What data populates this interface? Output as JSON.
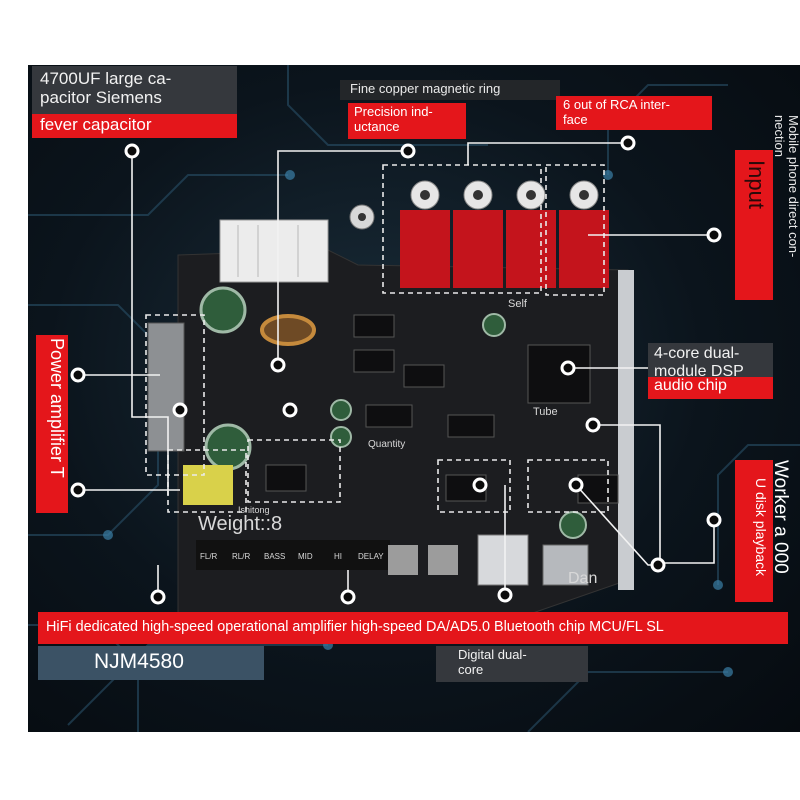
{
  "labels": {
    "capacitor": [
      "4700UF large ca-",
      "pacitor Siemens",
      "fever capacitor"
    ],
    "magnetic_ring": "Fine copper magnetic ring",
    "inductance": [
      "Precision ind-",
      "uctance"
    ],
    "rca": [
      "6 out of RCA inter-",
      "face"
    ],
    "mobile": [
      "Mobile phone direct con-",
      "nection"
    ],
    "input": "Input",
    "power_amp": "Power amplifier T",
    "dsp": [
      "4-core dual-",
      "module DSP",
      "audio chip"
    ],
    "worker": "Worker a 000",
    "udisk": "U disk playback",
    "bottom_bar": "HiFi dedicated high-speed operational amplifier high-speed DA/AD5.0 Bluetooth chip MCU/FL SL",
    "njm": "NJM4580",
    "digital": [
      "Digital dual-",
      "core"
    ]
  },
  "board_text": {
    "weight": "Weight::8",
    "self": "Self",
    "tube": "Tube",
    "quantity": "Quantity",
    "dan": "Dan",
    "ishitong": "Ishitong",
    "header_labels": [
      "FL/R",
      "RL/R",
      "BASS",
      "MID",
      "HI",
      "DELAY"
    ]
  },
  "colors": {
    "accent_red": "#e4161b",
    "panel_dark": "#35383d",
    "background": "#0b141c",
    "board": "#1b1c1e"
  }
}
